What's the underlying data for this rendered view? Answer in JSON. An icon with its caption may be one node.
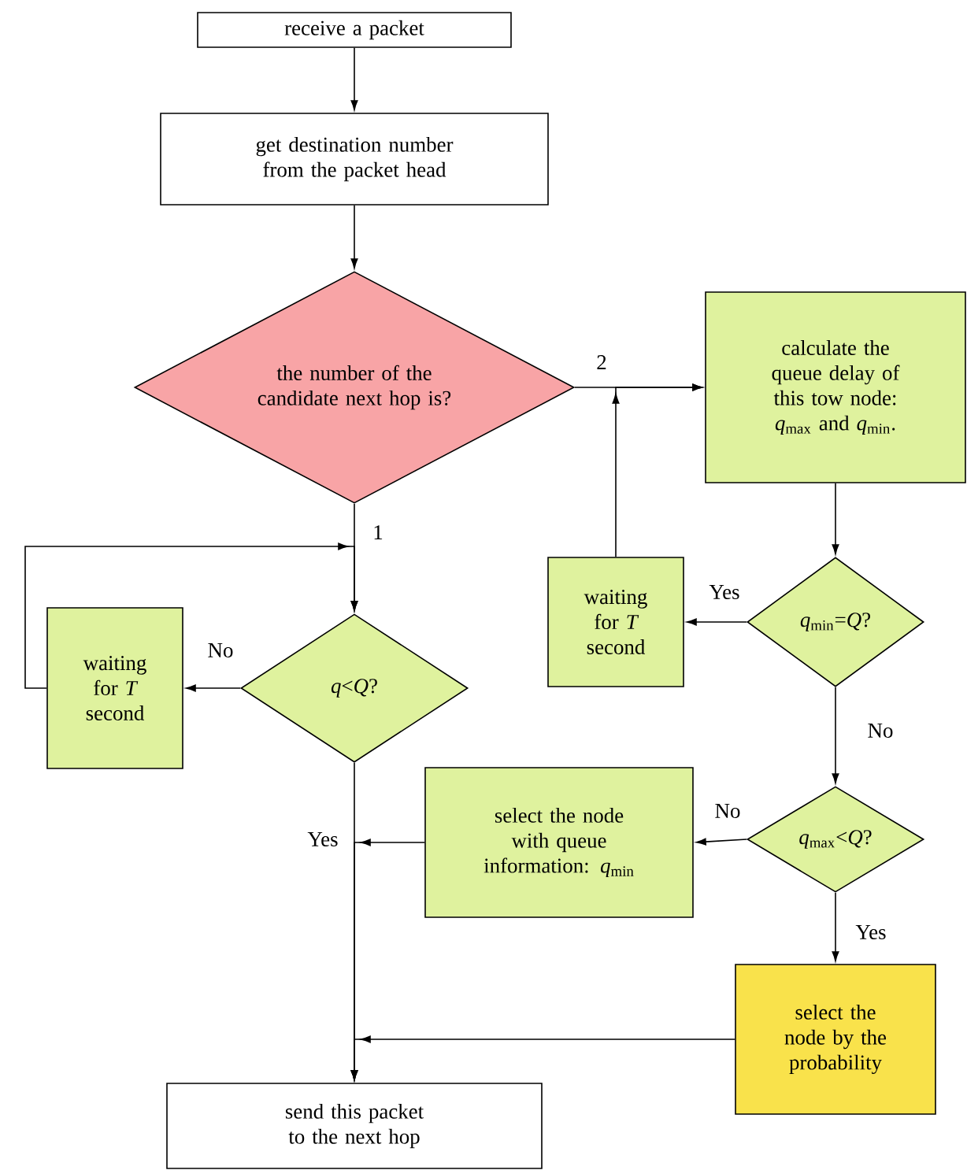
{
  "diagram": {
    "nodes": [
      {
        "text": [
          "receive a packet"
        ]
      },
      {
        "text": [
          "get destination number from the packet head"
        ]
      },
      {
        "text": [
          "the number of the candidate next hop is?"
        ]
      },
      {
        "text": [
          "calculate the queue delay of this tow node: *q*$_{max}$ and *q*$_{min}$."
        ]
      },
      {
        "text": [
          "*q*$_{min}$=*Q*?"
        ]
      },
      {
        "text": [
          "waiting for *T* second"
        ]
      },
      {
        "text": [
          "*q*<*Q*?"
        ]
      },
      {
        "text": [
          "waiting for *T* second"
        ]
      },
      {
        "text": [
          "*q*$_{max}$<*Q*?"
        ]
      },
      {
        "text": [
          "select the node with queue information: *q*$_{min}$"
        ]
      },
      {
        "text": [
          "select the node by the probability"
        ]
      },
      {
        "text": [
          "send this packet to the next hop"
        ]
      }
    ],
    "edges": [
      {
        "from": 0,
        "to": 1,
        "arrow": "to"
      },
      {
        "from": 1,
        "to": 2,
        "arrow": "to"
      },
      {
        "from": 2,
        "to": 3,
        "arrow": "to",
        "label": "2"
      },
      {
        "from": 2,
        "to": 6,
        "arrow": "to",
        "label": "1"
      },
      {
        "from": 7,
        "to": 6,
        "arrow": "to"
      },
      {
        "from": 6,
        "to": 7,
        "arrow": "to",
        "label": "No"
      },
      {
        "from": 3,
        "to": 4,
        "arrow": "to"
      },
      {
        "from": 4,
        "to": 5,
        "arrow": "to",
        "label": "Yes"
      },
      {
        "from": 5,
        "to": 3,
        "arrow": "to"
      },
      {
        "from": 4,
        "to": 8,
        "arrow": "to",
        "label": "No"
      },
      {
        "from": 8,
        "to": 9,
        "arrow": "to",
        "label": "No"
      },
      {
        "from": 6,
        "to": 11,
        "arrow": "to",
        "label": "Yes"
      },
      {
        "from": 9,
        "to": 11,
        "arrow": "to"
      },
      {
        "from": 8,
        "to": 10,
        "arrow": "to",
        "label": "Yes"
      },
      {
        "from": 10,
        "to": 11,
        "arrow": "to"
      }
    ]
  }
}
